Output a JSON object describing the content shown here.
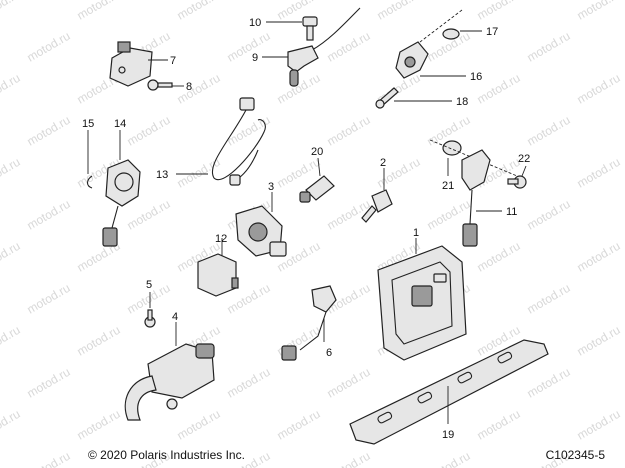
{
  "watermark": "motod.ru",
  "copyright": "© 2020 Polaris Industries Inc.",
  "figure_id": "C102345-5",
  "callouts": [
    {
      "id": "1",
      "label": "1"
    },
    {
      "id": "2",
      "label": "2"
    },
    {
      "id": "3",
      "label": "3"
    },
    {
      "id": "4",
      "label": "4"
    },
    {
      "id": "5",
      "label": "5"
    },
    {
      "id": "6",
      "label": "6"
    },
    {
      "id": "7",
      "label": "7"
    },
    {
      "id": "8",
      "label": "8"
    },
    {
      "id": "9",
      "label": "9"
    },
    {
      "id": "10",
      "label": "10"
    },
    {
      "id": "11",
      "label": "11"
    },
    {
      "id": "12",
      "label": "12"
    },
    {
      "id": "13",
      "label": "13"
    },
    {
      "id": "14",
      "label": "14"
    },
    {
      "id": "15",
      "label": "15"
    },
    {
      "id": "16",
      "label": "16"
    },
    {
      "id": "17",
      "label": "17"
    },
    {
      "id": "18",
      "label": "18"
    },
    {
      "id": "19",
      "label": "19"
    },
    {
      "id": "20",
      "label": "20"
    },
    {
      "id": "21",
      "label": "21"
    },
    {
      "id": "22",
      "label": "22"
    }
  ]
}
